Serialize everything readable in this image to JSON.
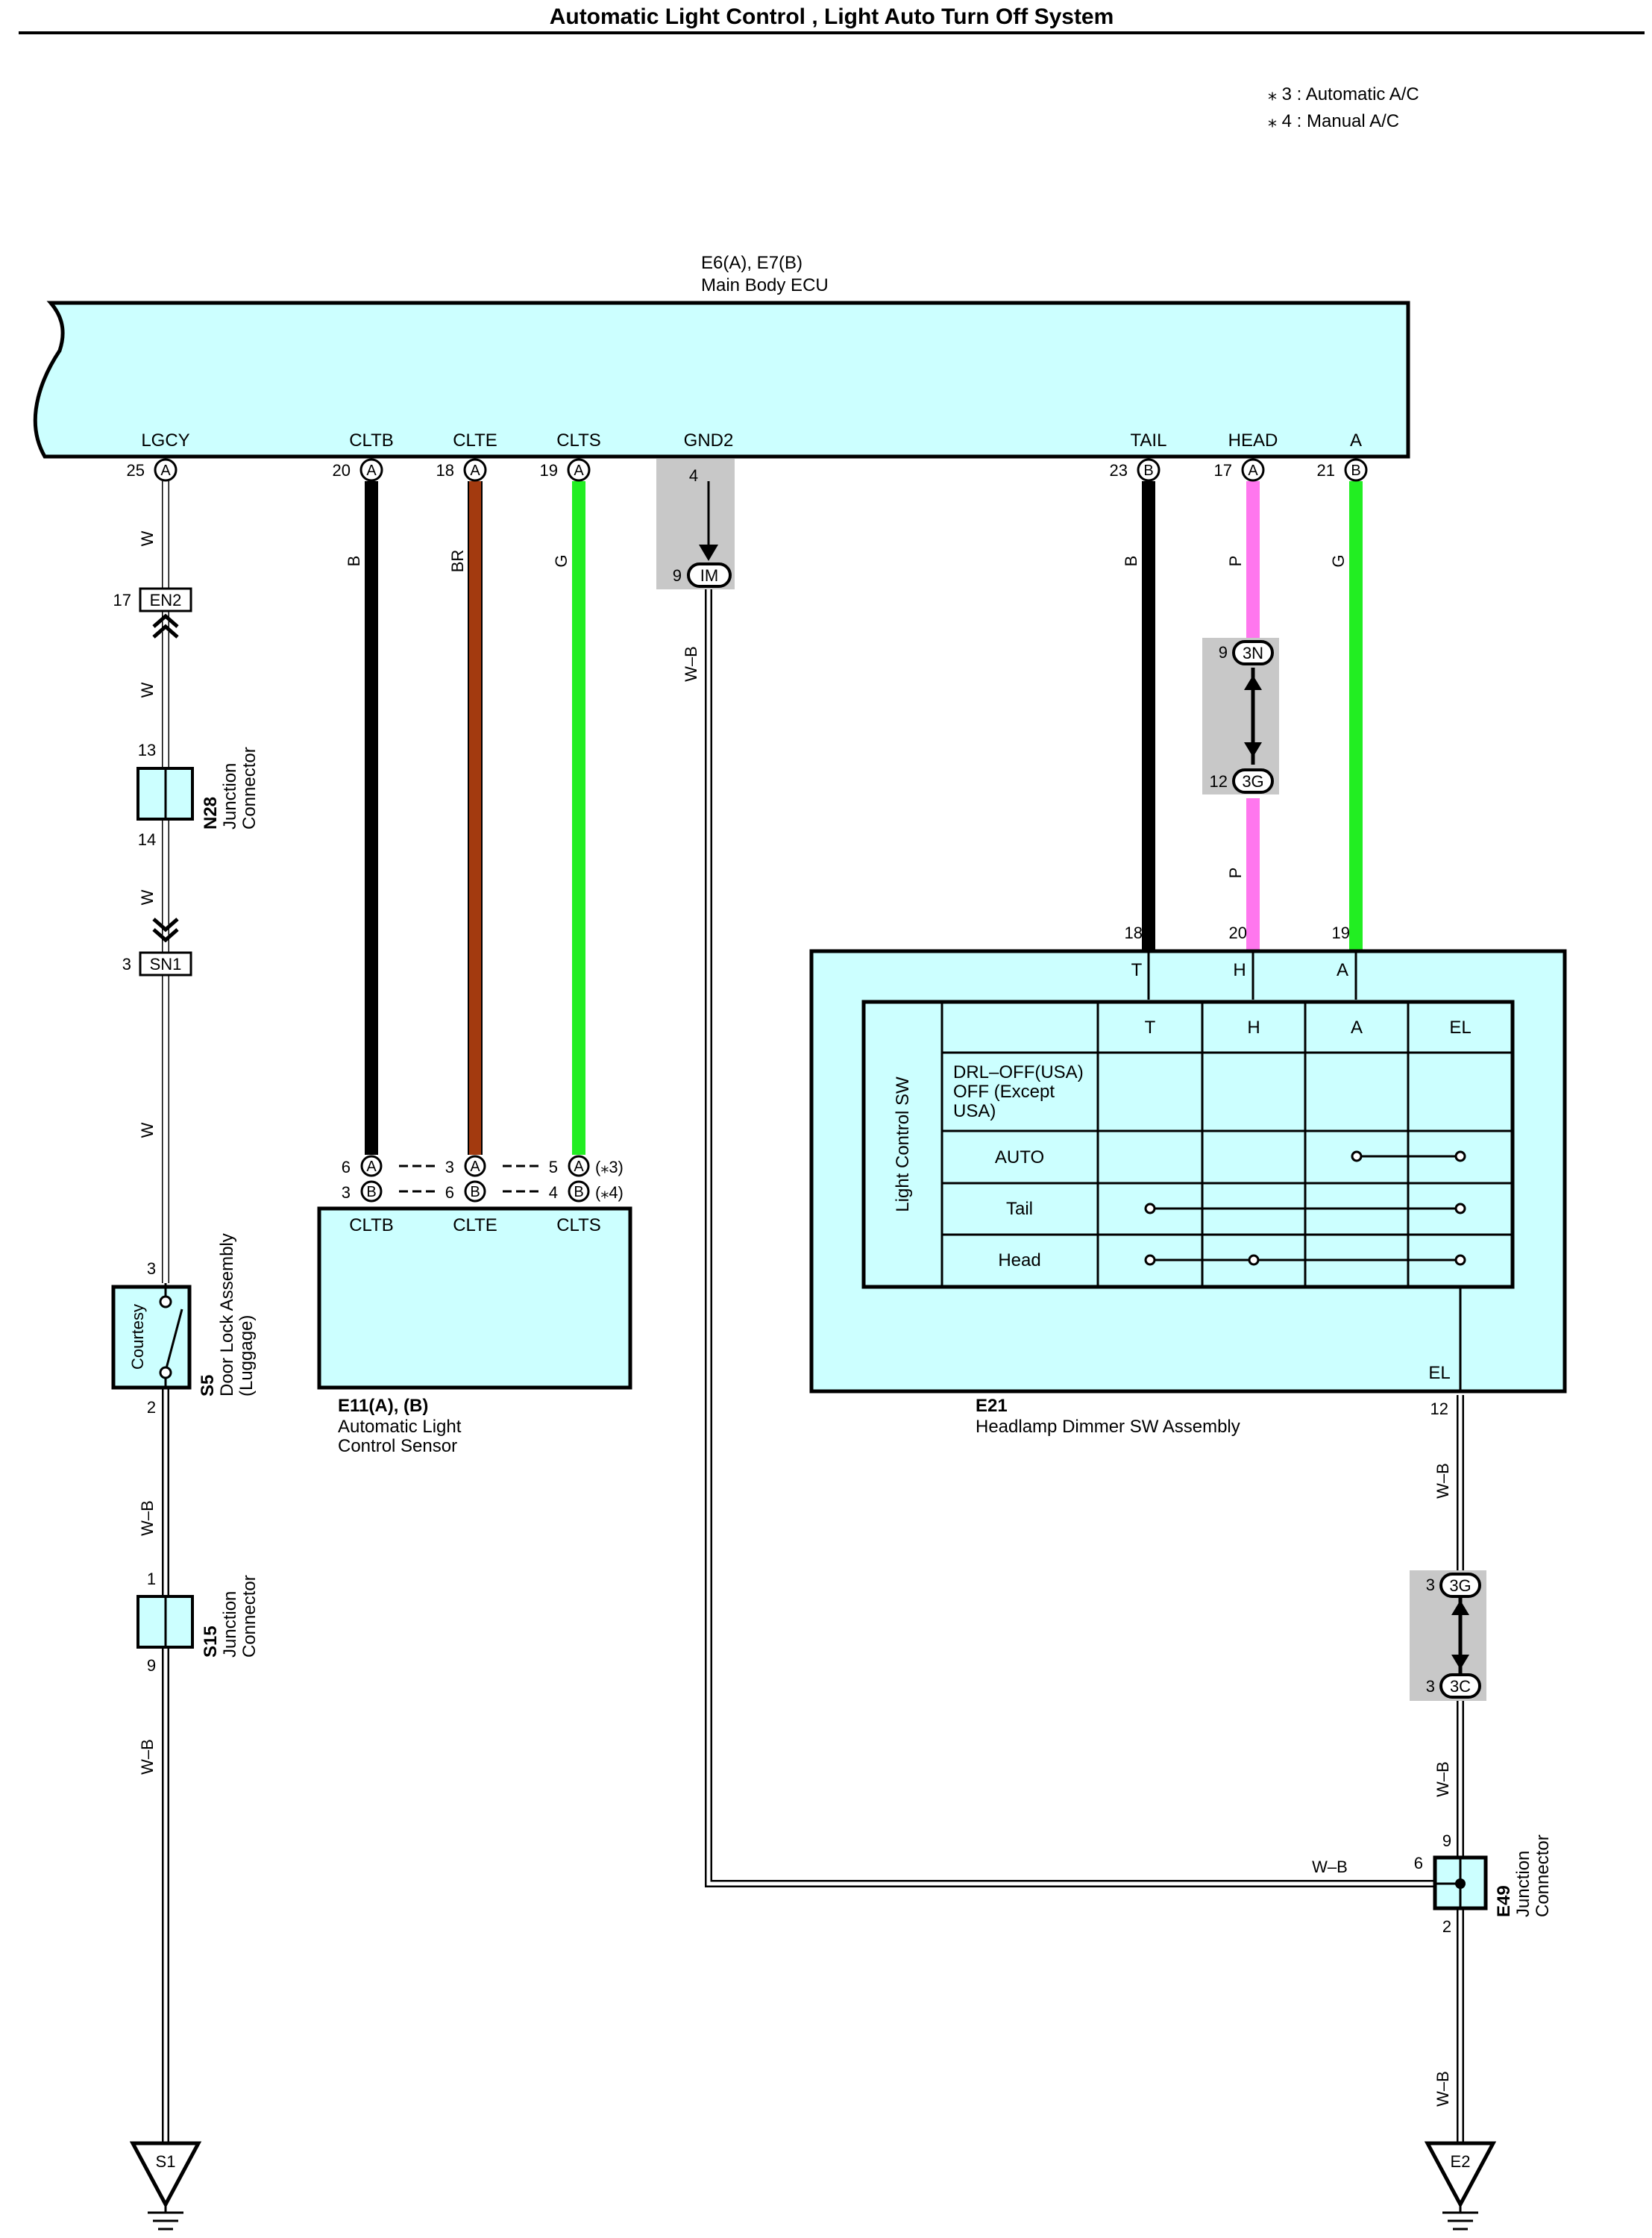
{
  "title": "Automatic Light Control , Light Auto Turn Off System",
  "notes": [
    "⁎ 3 : Automatic A/C",
    "⁎ 4 : Manual A/C"
  ],
  "ecu": {
    "code": "E6(A), E7(B)",
    "name": "Main Body ECU",
    "terminals": [
      "LGCY",
      "CLTB",
      "CLTE",
      "CLTS",
      "GND2",
      "TAIL",
      "HEAD",
      "A"
    ],
    "pins": [
      {
        "num": "25",
        "conn": "A"
      },
      {
        "num": "20",
        "conn": "A"
      },
      {
        "num": "18",
        "conn": "A"
      },
      {
        "num": "19",
        "conn": "A"
      },
      {
        "num": "4",
        "conn": ""
      },
      {
        "num": "23",
        "conn": "B"
      },
      {
        "num": "17",
        "conn": "A"
      },
      {
        "num": "21",
        "conn": "B"
      }
    ]
  },
  "wire_colors": {
    "W": "W",
    "B": "B",
    "BR": "BR",
    "G": "G",
    "P": "P",
    "WB": "W–B"
  },
  "colors": {
    "box": "#ccffff",
    "black": "#000000",
    "brown": "#a33a0f",
    "green": "#22ee22",
    "pink": "#ff77ee",
    "shade": "#c8c8c8"
  },
  "connectors": {
    "en2": {
      "label": "EN2",
      "pin": "17"
    },
    "sn1": {
      "label": "SN1",
      "pin": "3"
    },
    "im": {
      "label": "IM",
      "pin": "9"
    },
    "c3n": {
      "label": "3N",
      "pin": "9"
    },
    "c3g_top": {
      "label": "3G",
      "pin": "12"
    },
    "c3g_bot": {
      "label": "3G",
      "pin": "3"
    },
    "c3c": {
      "label": "3C",
      "pin": "3"
    }
  },
  "n28": {
    "code": "N28",
    "name_line1": "Junction",
    "name_line2": "Connector",
    "pin_top": "13",
    "pin_bot": "14"
  },
  "s5": {
    "code": "S5",
    "name_line1": "Door Lock Assembly",
    "name_line2": "(Luggage)",
    "inner": "Courtesy",
    "pin_top": "3",
    "pin_bot": "2"
  },
  "s15": {
    "code": "S15",
    "name_line1": "Junction",
    "name_line2": "Connector",
    "pin_top": "1",
    "pin_bot": "9"
  },
  "sensor": {
    "code": "E11(A), (B)",
    "name_line1": "Automatic Light",
    "name_line2": "Control Sensor",
    "terminals": [
      "CLTB",
      "CLTE",
      "CLTS"
    ],
    "row_a": [
      "6",
      "3",
      "5"
    ],
    "row_b": [
      "3",
      "6",
      "4"
    ],
    "conn_a": "A",
    "conn_b": "B",
    "note_a": "(⁎3)",
    "note_b": "(⁎4)"
  },
  "dimmer": {
    "code": "E21",
    "name": "Headlamp Dimmer SW Assembly",
    "pins": [
      "18",
      "20",
      "19"
    ],
    "terminals": [
      "T",
      "H",
      "A"
    ],
    "el_terminal": "EL",
    "el_pin": "12",
    "table_side": "Light Control SW",
    "table_cols": [
      "T",
      "H",
      "A",
      "EL"
    ],
    "table_rows": [
      "DRL–OFF(USA)",
      "OFF (Except",
      "USA)",
      "AUTO",
      "Tail",
      "Head"
    ]
  },
  "e49": {
    "code": "E49",
    "name_line1": "Junction",
    "name_line2": "Connector",
    "pin_top": "9",
    "pin_left": "6",
    "pin_bot": "2"
  },
  "grounds": [
    "S1",
    "E2"
  ]
}
